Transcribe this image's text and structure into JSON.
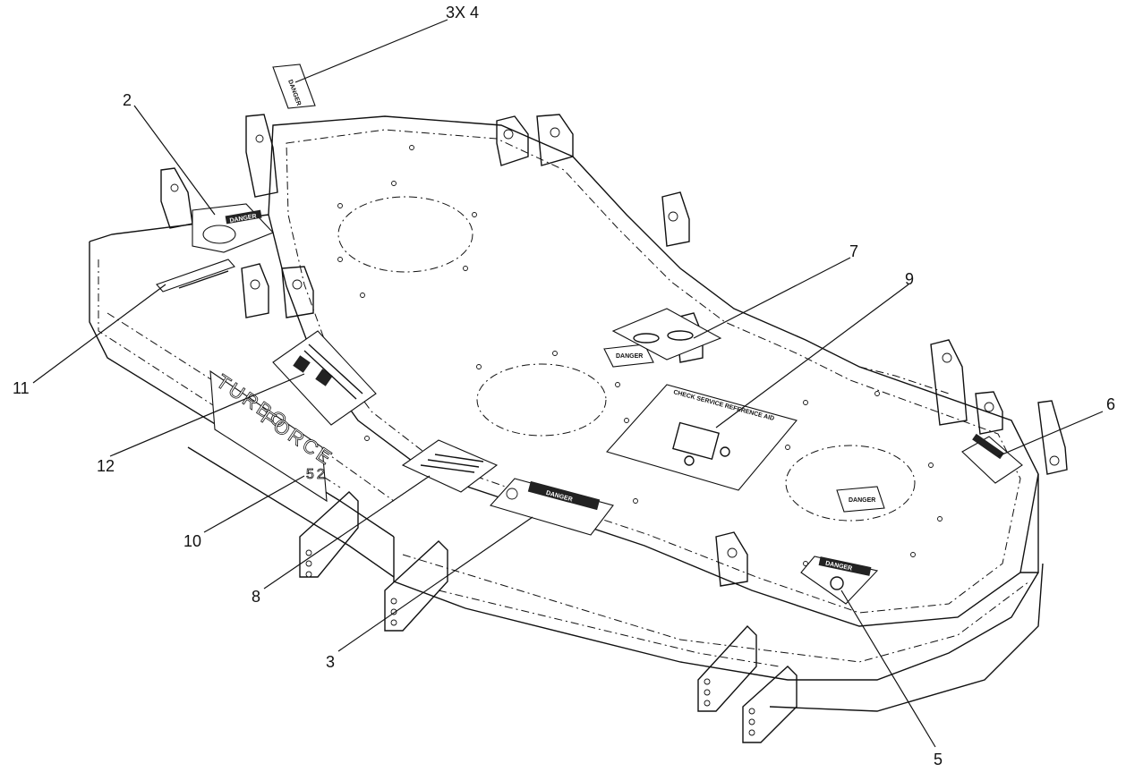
{
  "callouts": [
    {
      "id": "c1",
      "label": "3X 4"
    },
    {
      "id": "c2",
      "label": "2"
    },
    {
      "id": "c3",
      "label": "7"
    },
    {
      "id": "c4",
      "label": "9"
    },
    {
      "id": "c5",
      "label": "6"
    },
    {
      "id": "c6",
      "label": "11"
    },
    {
      "id": "c7",
      "label": "12"
    },
    {
      "id": "c8",
      "label": "10"
    },
    {
      "id": "c9",
      "label": "8"
    },
    {
      "id": "c10",
      "label": "3"
    },
    {
      "id": "c11",
      "label": "5"
    }
  ],
  "deck": {
    "brand_line1": "TURBO",
    "brand_line2": "FORCE",
    "model": "52"
  },
  "decals": {
    "danger_word": "DANGER",
    "service_title": "CHECK SERVICE REFERENCE AID"
  }
}
